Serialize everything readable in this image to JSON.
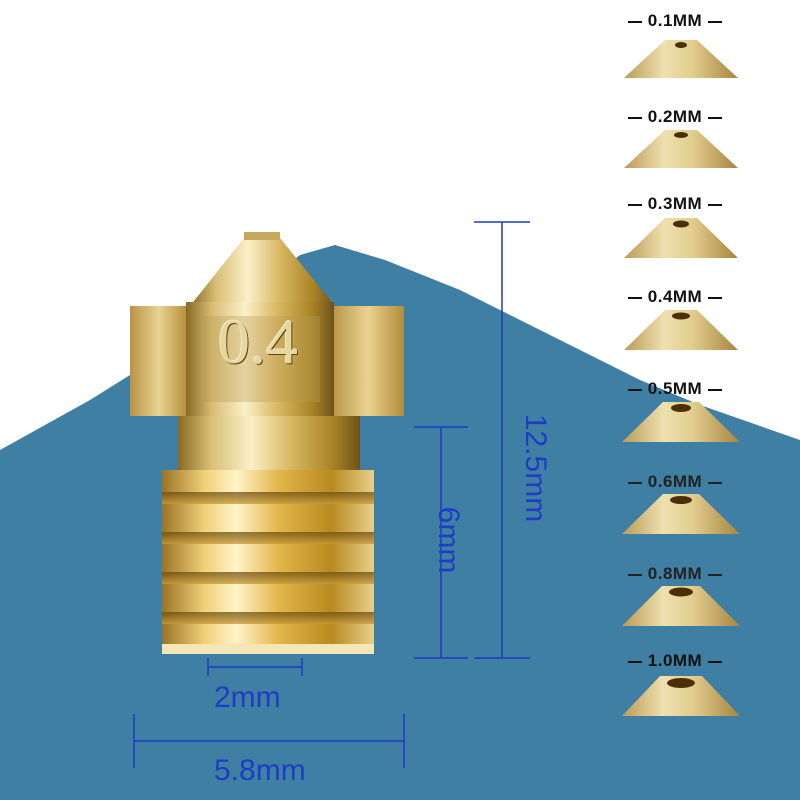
{
  "nozzle": {
    "engraving": "0.4"
  },
  "dimensions": {
    "thread_diameter": "2mm",
    "hex_width": "5.8mm",
    "thread_length": "6mm",
    "total_length": "12.5mm"
  },
  "sizes": [
    "0.1MM",
    "0.2MM",
    "0.3MM",
    "0.4MM",
    "0.5MM",
    "0.6MM",
    "0.8MM",
    "1.0MM"
  ],
  "colors": {
    "background_top": "#ffffff",
    "background_blue": "#3f7fa3",
    "dimension_blue": "#1f3cc4",
    "brass_light": "#f1e1a4",
    "brass_dark": "#a07a2a"
  }
}
